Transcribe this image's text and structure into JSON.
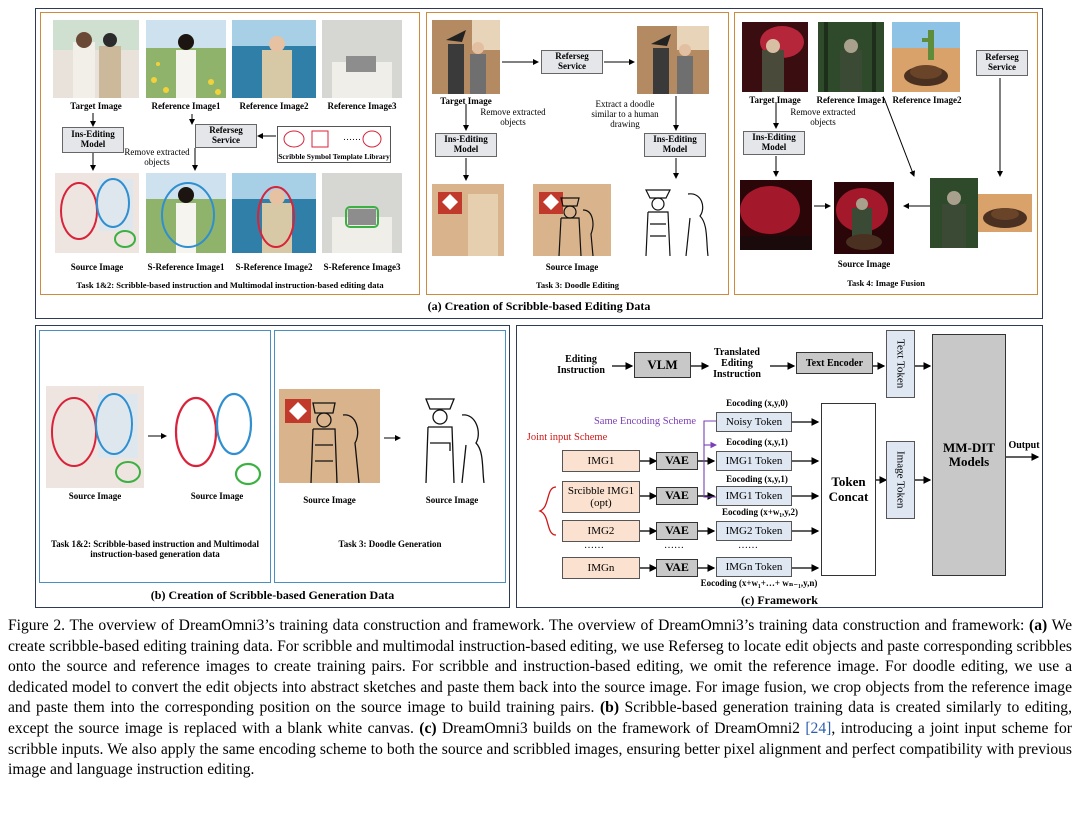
{
  "panel_a": {
    "title": "(a) Creation of Scribble-based Editing Data",
    "task12": {
      "title": "Task 1&2: Scribble-based instruction and Multimodal instruction-based editing data",
      "target_label": "Target Image",
      "ref1_label": "Reference Image1",
      "ref2_label": "Reference Image2",
      "ref3_label": "Reference Image3",
      "ins_model": "Ins-Editing Model",
      "referseg": "Referseg Service",
      "remove_text": "Remove extracted objects",
      "library_label": "Scribble Symbol Template Library",
      "library_dots": "……",
      "source_label": "Source Image",
      "sref1_label": "S-Reference Image1",
      "sref2_label": "S-Reference Image2",
      "sref3_label": "S-Reference Image3"
    },
    "task3": {
      "title": "Task 3: Doodle Editing",
      "target_label": "Target Image",
      "referseg": "Referseg Service",
      "remove_text": "Remove extracted objects",
      "extract_text": "Extract a doodle similar to a human drawing",
      "ins_model_left": "Ins-Editing Model",
      "ins_model_right": "Ins-Editing Model",
      "source_label": "Source Image"
    },
    "task4": {
      "title": "Task 4: Image Fusion",
      "target_label": "Target Image",
      "ref1_label": "Reference Image1",
      "ref2_label": "Reference Image2",
      "referseg": "Referseg Service",
      "ins_model": "Ins-Editing Model",
      "remove_text": "Remove extracted objects",
      "source_label": "Source Image"
    }
  },
  "panel_b": {
    "title": "(b) Creation of Scribble-based Generation Data",
    "left": {
      "src1": "Source Image",
      "src2": "Source Image",
      "title": "Task 1&2: Scribble-based instruction and Multimodal instruction-based generation data"
    },
    "right": {
      "src1": "Source Image",
      "src2": "Source Image",
      "title": "Task 3: Doodle Generation"
    }
  },
  "panel_c": {
    "title": "(c) Framework",
    "editing_instruction": "Editing Instruction",
    "vlm": "VLM",
    "translated": "Translated Editing Instruction",
    "text_encoder": "Text Encoder",
    "text_token": "Text Token",
    "same_scheme": "Same Encoding Scheme",
    "joint_scheme": "Joint input Scheme",
    "enc0": "Eocoding (x,y,0)",
    "noisy_token": "Noisy Token",
    "enc1a": "Eocoding (x,y,1)",
    "img1": "IMG1",
    "vae": "VAE",
    "img1_token": "IMG1 Token",
    "enc1b": "Eocoding (x,y,1)",
    "scribble": "Srcibble IMG1 (opt)",
    "img1_token2": "IMG1 Token",
    "enc2": "Eocoding (x+w₁,y,2)",
    "img2": "IMG2",
    "img2_token": "IMG2 Token",
    "dots": "……",
    "imgn": "IMGn",
    "imgn_token": "IMGn Token",
    "encn": "Eocoding (x+w₁+…+ wₙ₋₁,y,n)",
    "token_concat": "Token Concat",
    "image_token": "Image Token",
    "mmdit": "MM-DIT Models",
    "output": "Output"
  },
  "caption": {
    "lead": "Figure 2.  The overview of DreamOmni3’s training data construction and framework.  The overview of DreamOmni3’s training data construction and framework: ",
    "a_tag": "(a)",
    "a_text": " We create scribble-based editing training data. For scribble and multimodal instruction-based editing, we use Referseg to locate edit objects and paste corresponding scribbles onto the source and reference images to create training pairs. For scribble and instruction-based editing, we omit the reference image. For doodle editing, we use a dedicated model to convert the edit objects into abstract sketches and paste them back into the source image. For image fusion, we crop objects from the reference image and paste them into the corresponding position on the source image to build training pairs. ",
    "b_tag": "(b)",
    "b_text": " Scribble-based generation training data is created similarly to editing, except the source image is replaced with a blank white canvas. ",
    "c_tag": "(c)",
    "c_text1": " DreamOmni3 builds on the framework of DreamOmni2 ",
    "cite": "[24]",
    "c_text2": ", introducing a joint input scheme for scribble inputs. We also apply the same encoding scheme to both the source and scribbled images, ensuring better pixel alignment and perfect compatibility with previous image and language instruction editing."
  },
  "colors": {
    "frame_outer": "#2f3a55",
    "frame_orange": "#d08a3c",
    "frame_blue": "#4a8fc2",
    "scribble_red": "#d8233a",
    "scribble_blue": "#2f8fd0",
    "scribble_green": "#3cb043",
    "purple": "#7b3fb5",
    "joint_red": "#d01818"
  }
}
